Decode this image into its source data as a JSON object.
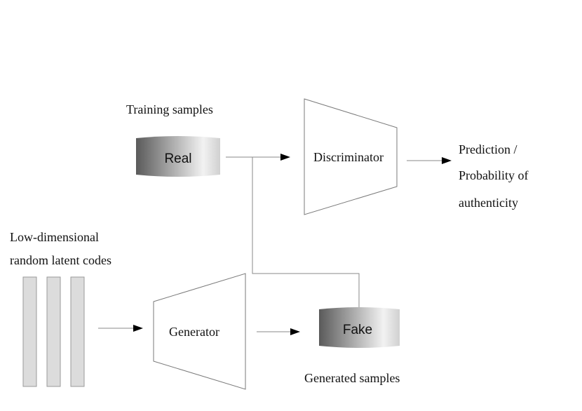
{
  "labels": {
    "training_samples": "Training samples",
    "real": "Real",
    "discriminator": "Discriminator",
    "prediction_line1": "Prediction /",
    "prediction_line2": "Probability of",
    "prediction_line3": "authenticity",
    "latent_line1": "Low-dimensional",
    "latent_line2": "random latent codes",
    "generator": "Generator",
    "fake": "Fake",
    "generated_samples": "Generated samples"
  },
  "colors": {
    "cylinder_dark": "#5a5a5a",
    "cylinder_light": "#f2f2f2",
    "latent_bar": "#dcdcdc",
    "outline": "#7a7a7a",
    "arrow": "#000000"
  },
  "latent_code_count": 3
}
